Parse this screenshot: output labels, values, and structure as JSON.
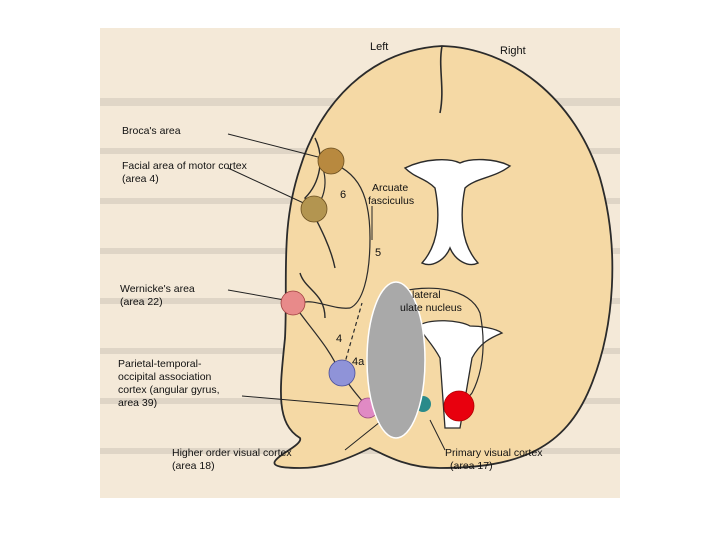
{
  "hemispheres": {
    "left": "Left",
    "right": "Right"
  },
  "labels": {
    "broca": "Broca's area",
    "facial_line1": "Facial area of motor cortex",
    "facial_line2": "(area 4)",
    "arcuate_line1": "Arcuate",
    "arcuate_line2": "fasciculus",
    "wernicke_line1": "Wernicke's area",
    "wernicke_line2": "(area 22)",
    "lateral_line1": "lateral",
    "lateral_line2": "ulate nucleus",
    "parietal_line1": "Parietal-temporal-",
    "parietal_line2": "occipital association",
    "parietal_line3": "cortex (angular gyrus,",
    "parietal_line4": "area 39)",
    "higher_line1": "Higher order visual cortex",
    "higher_line2": "(area 18)",
    "primary_line1": "Primary visual cortex",
    "primary_line2": "(area 17)"
  },
  "pathway_numbers": {
    "n6": "6",
    "n5": "5",
    "n4": "4",
    "n4a": "4a"
  },
  "colors": {
    "brain": "#f5d9a5",
    "brain_outline": "#2b2b2b",
    "broca_area": "#b8893f",
    "facial_area": "#b39550",
    "wernicke_area": "#e88a8a",
    "angular_gyrus": "#8f93d8",
    "higher_visual": "#e08ac4",
    "primary_visual_teal": "#2a8a8a",
    "red_marker": "#e8000e",
    "gray_occluder": "#a9a9a9"
  }
}
